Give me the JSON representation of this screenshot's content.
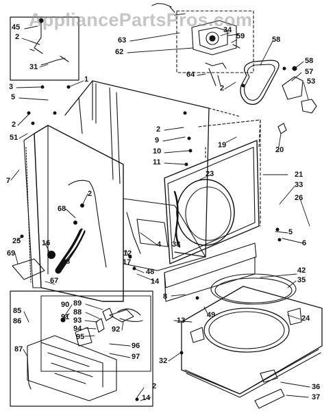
{
  "watermark": "AppliancePartsPros.com",
  "part_numbers": {
    "p45": "45",
    "p2a": "2",
    "p31": "31",
    "p63": "63",
    "p62": "62",
    "p34": "34",
    "p59": "59",
    "p58": "58",
    "p58b": "58",
    "p57": "57",
    "p53": "53",
    "p64": "64",
    "p2b": "2",
    "p3": "3",
    "p1": "1",
    "p5": "5",
    "p2c": "2",
    "p51": "51",
    "p7": "7",
    "p2d": "2",
    "p9": "9",
    "p10": "10",
    "p11": "11",
    "p19": "19",
    "p20": "20",
    "p21": "21",
    "p33": "33",
    "p23": "23",
    "p26": "26",
    "p6": "6",
    "p5b": "5",
    "p2e": "2",
    "p68": "68",
    "p38": "38",
    "p4": "4",
    "p25": "25",
    "p16": "16",
    "p69": "69",
    "p18": "18",
    "p12": "12",
    "p17": "17",
    "p48": "48",
    "p14": "14",
    "p67": "67",
    "p42": "42",
    "p35": "35",
    "p85": "85",
    "p90": "90",
    "p89": "89",
    "p88": "88",
    "p86": "86",
    "p91": "91",
    "p93": "93",
    "p94": "94",
    "p95": "95",
    "p92": "92",
    "p96": "96",
    "p97": "97",
    "p87": "87",
    "p8": "8",
    "p13": "13",
    "p49": "49",
    "p24": "24",
    "p32": "32",
    "p2f": "2",
    "p14b": "14",
    "p36": "36",
    "p37": "37"
  }
}
